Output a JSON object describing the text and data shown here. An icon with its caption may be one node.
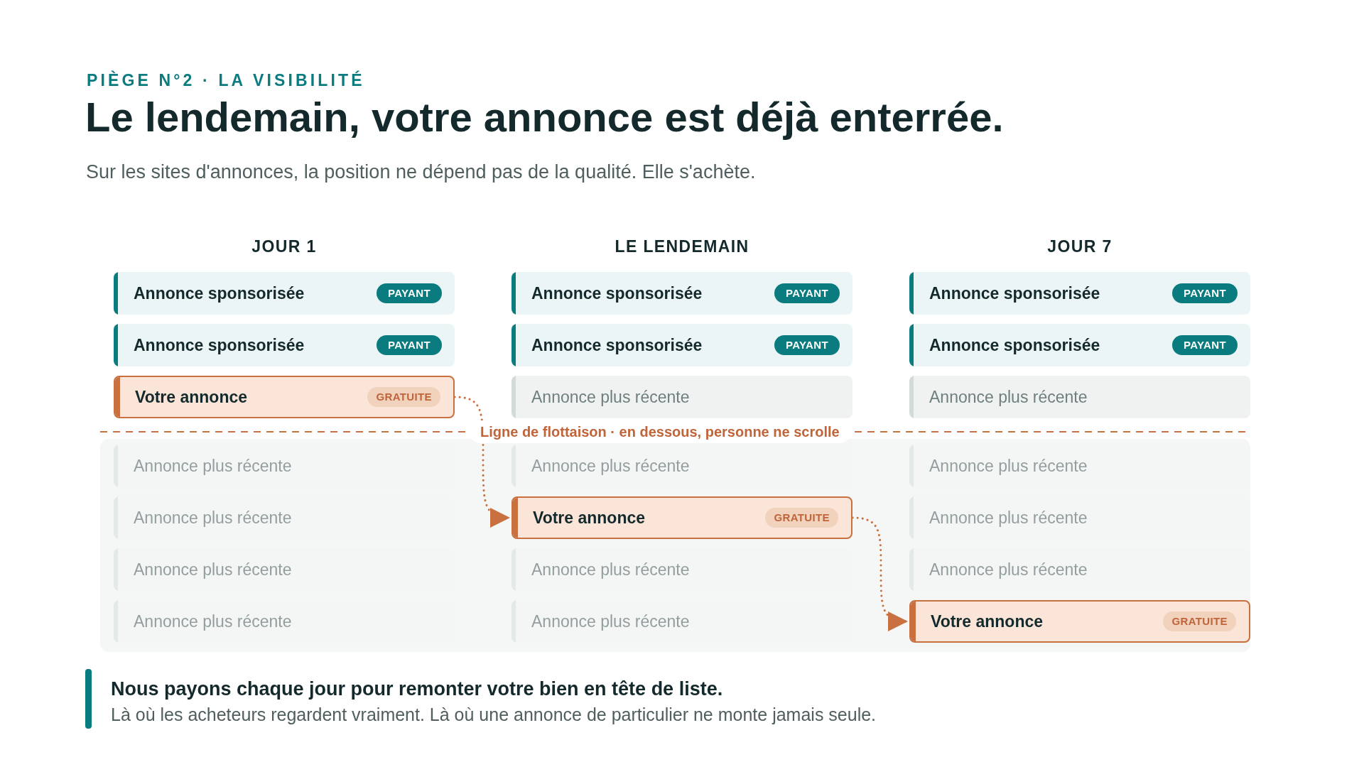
{
  "diagram": {
    "title": "Le lendemain, votre annonce est déjà enterrée.",
    "nodes": [
      {
        "text": [
          "Annonce sponsorisée",
          "PAYANT"
        ]
      },
      {
        "text": [
          "Annonce sponsorisée",
          "PAYANT"
        ]
      },
      {
        "text": [
          "Votre annonce",
          "GRATUITE"
        ]
      },
      {
        "text": [
          "Annonce plus récente"
        ]
      },
      {
        "text": [
          "Annonce plus récente"
        ]
      },
      {
        "text": [
          "Annonce plus récente"
        ]
      },
      {
        "text": [
          "Annonce plus récente"
        ]
      },
      {
        "text": [
          "Annonce sponsorisée",
          "PAYANT"
        ]
      },
      {
        "text": [
          "Annonce sponsorisée",
          "PAYANT"
        ]
      },
      {
        "text": [
          "Annonce plus récente"
        ]
      },
      {
        "text": [
          "Annonce plus récente"
        ]
      },
      {
        "text": [
          "Votre annonce",
          "GRATUITE"
        ]
      },
      {
        "text": [
          "Annonce plus récente"
        ]
      },
      {
        "text": [
          "Annonce plus récente"
        ]
      },
      {
        "text": [
          "Annonce sponsorisée",
          "PAYANT"
        ]
      },
      {
        "text": [
          "Annonce sponsorisée",
          "PAYANT"
        ]
      },
      {
        "text": [
          "Annonce plus récente"
        ]
      },
      {
        "text": [
          "Annonce plus récente"
        ]
      },
      {
        "text": [
          "Annonce plus récente"
        ]
      },
      {
        "text": [
          "Annonce plus récente"
        ]
      },
      {
        "text": [
          "Votre annonce",
          "GRATUITE"
        ]
      }
    ],
    "edges": [
      {
        "from": 2,
        "to": 11,
        "arrow": "to",
        "style": "dashed"
      },
      {
        "from": 11,
        "to": 20,
        "arrow": "to",
        "style": "dashed"
      }
    ],
    "labels": [
      "PIÈGE N°2 · LA VISIBILITÉ",
      "Sur les sites d'annonces, la position ne dépend pas de la qualité. Elle s'achète.",
      "JOUR 1",
      "LE LENDEMAIN",
      "JOUR 7",
      "Ligne de flottaison · en dessous, personne ne scrolle",
      "Nous payons chaque jour pour remonter votre bien en tête de liste.",
      "Là où les acheteurs regardent vraiment. Là où une annonce de particulier ne monte jamais seule."
    ]
  }
}
